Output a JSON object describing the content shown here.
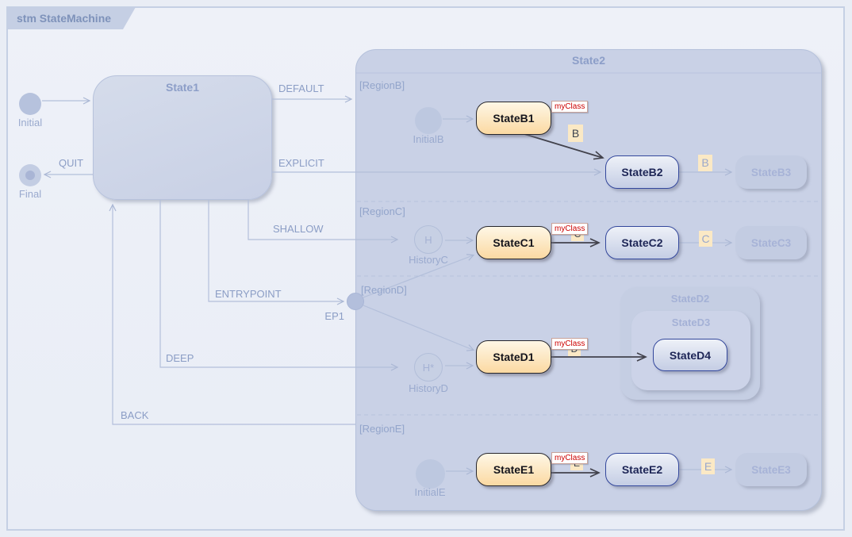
{
  "frame": {
    "label": "stm StateMachine"
  },
  "outer": {
    "initial": {
      "label": "Initial"
    },
    "final": {
      "label": "Final"
    },
    "state1": {
      "label": "State1"
    }
  },
  "transitions": {
    "default": "DEFAULT",
    "explicit": "EXPLICIT",
    "quit": "QUIT",
    "shallow": "SHALLOW",
    "entrypoint": "ENTRYPOINT",
    "deep": "DEEP",
    "back": "BACK"
  },
  "entry_point": {
    "label": "EP1"
  },
  "state2": {
    "label": "State2",
    "regions": [
      {
        "label": "[RegionB]",
        "pseudo": "InitialB",
        "s1": "StateB1",
        "stereo": "myClass",
        "l1": "B",
        "s2": "StateB2",
        "l2": "B",
        "s3": "StateB3"
      },
      {
        "label": "[RegionC]",
        "pseudo": "HistoryC",
        "icon": "H",
        "s1": "StateC1",
        "stereo": "myClass",
        "l1": "C",
        "s2": "StateC2",
        "l2": "C",
        "s3": "StateC3"
      },
      {
        "label": "[RegionD]",
        "pseudo": "HistoryD",
        "icon": "H*",
        "s1": "StateD1",
        "stereo": "myClass",
        "l1": "D",
        "s2": "StateD4",
        "comp_outer": "StateD2",
        "comp_inner": "StateD3"
      },
      {
        "label": "[RegionE]",
        "pseudo": "InitialE",
        "s1": "StateE1",
        "stereo": "myClass",
        "l1": "E",
        "s2": "StateE2",
        "l2": "E",
        "s3": "StateE3"
      }
    ]
  },
  "colors": {
    "accent_blue": "#8c9ec8",
    "container_fill": "#c9d1e6",
    "orange_fill": "#fbd9a2",
    "orange_border": "#26262c",
    "navy_border": "#33479c",
    "stereotype_red": "#cc0000",
    "letter_bg": "#fbe9c5",
    "line_faded": "#b3bfda",
    "line_dark": "#42424c"
  }
}
